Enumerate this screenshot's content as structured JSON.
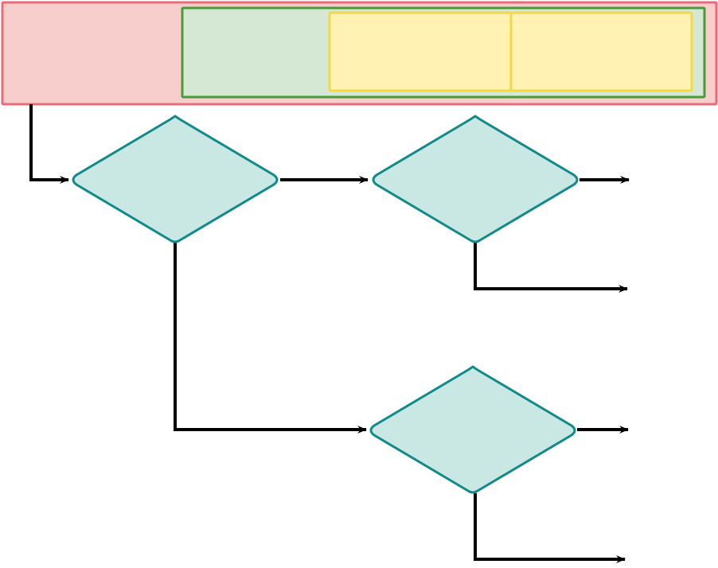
{
  "diagram": {
    "colors": {
      "outer_fill": "#f8cecc",
      "outer_stroke": "#ea6b7a",
      "middle_fill": "#d5e8d4",
      "middle_stroke": "#4a9a3a",
      "inner_fill": "#fff2b3",
      "inner_stroke": "#f2d84a",
      "decision_fill": "#c9e8e4",
      "decision_stroke": "#128a8a",
      "connector": "#000000"
    },
    "containers": [
      {
        "name": "outer-container",
        "label": ""
      },
      {
        "name": "middle-container",
        "label": ""
      },
      {
        "name": "inner-box-left",
        "label": ""
      },
      {
        "name": "inner-box-right",
        "label": ""
      }
    ],
    "decisions": [
      {
        "name": "decision-1",
        "label": ""
      },
      {
        "name": "decision-2",
        "label": ""
      },
      {
        "name": "decision-3",
        "label": ""
      }
    ],
    "connectors": [
      {
        "name": "edge-outer-to-decision-1",
        "label": ""
      },
      {
        "name": "edge-decision-1-to-decision-2",
        "label": ""
      },
      {
        "name": "edge-decision-2-out-right",
        "label": ""
      },
      {
        "name": "edge-decision-2-out-bottom",
        "label": ""
      },
      {
        "name": "edge-decision-1-to-decision-3",
        "label": ""
      },
      {
        "name": "edge-decision-3-out-right",
        "label": ""
      },
      {
        "name": "edge-decision-3-out-bottom",
        "label": ""
      }
    ]
  }
}
